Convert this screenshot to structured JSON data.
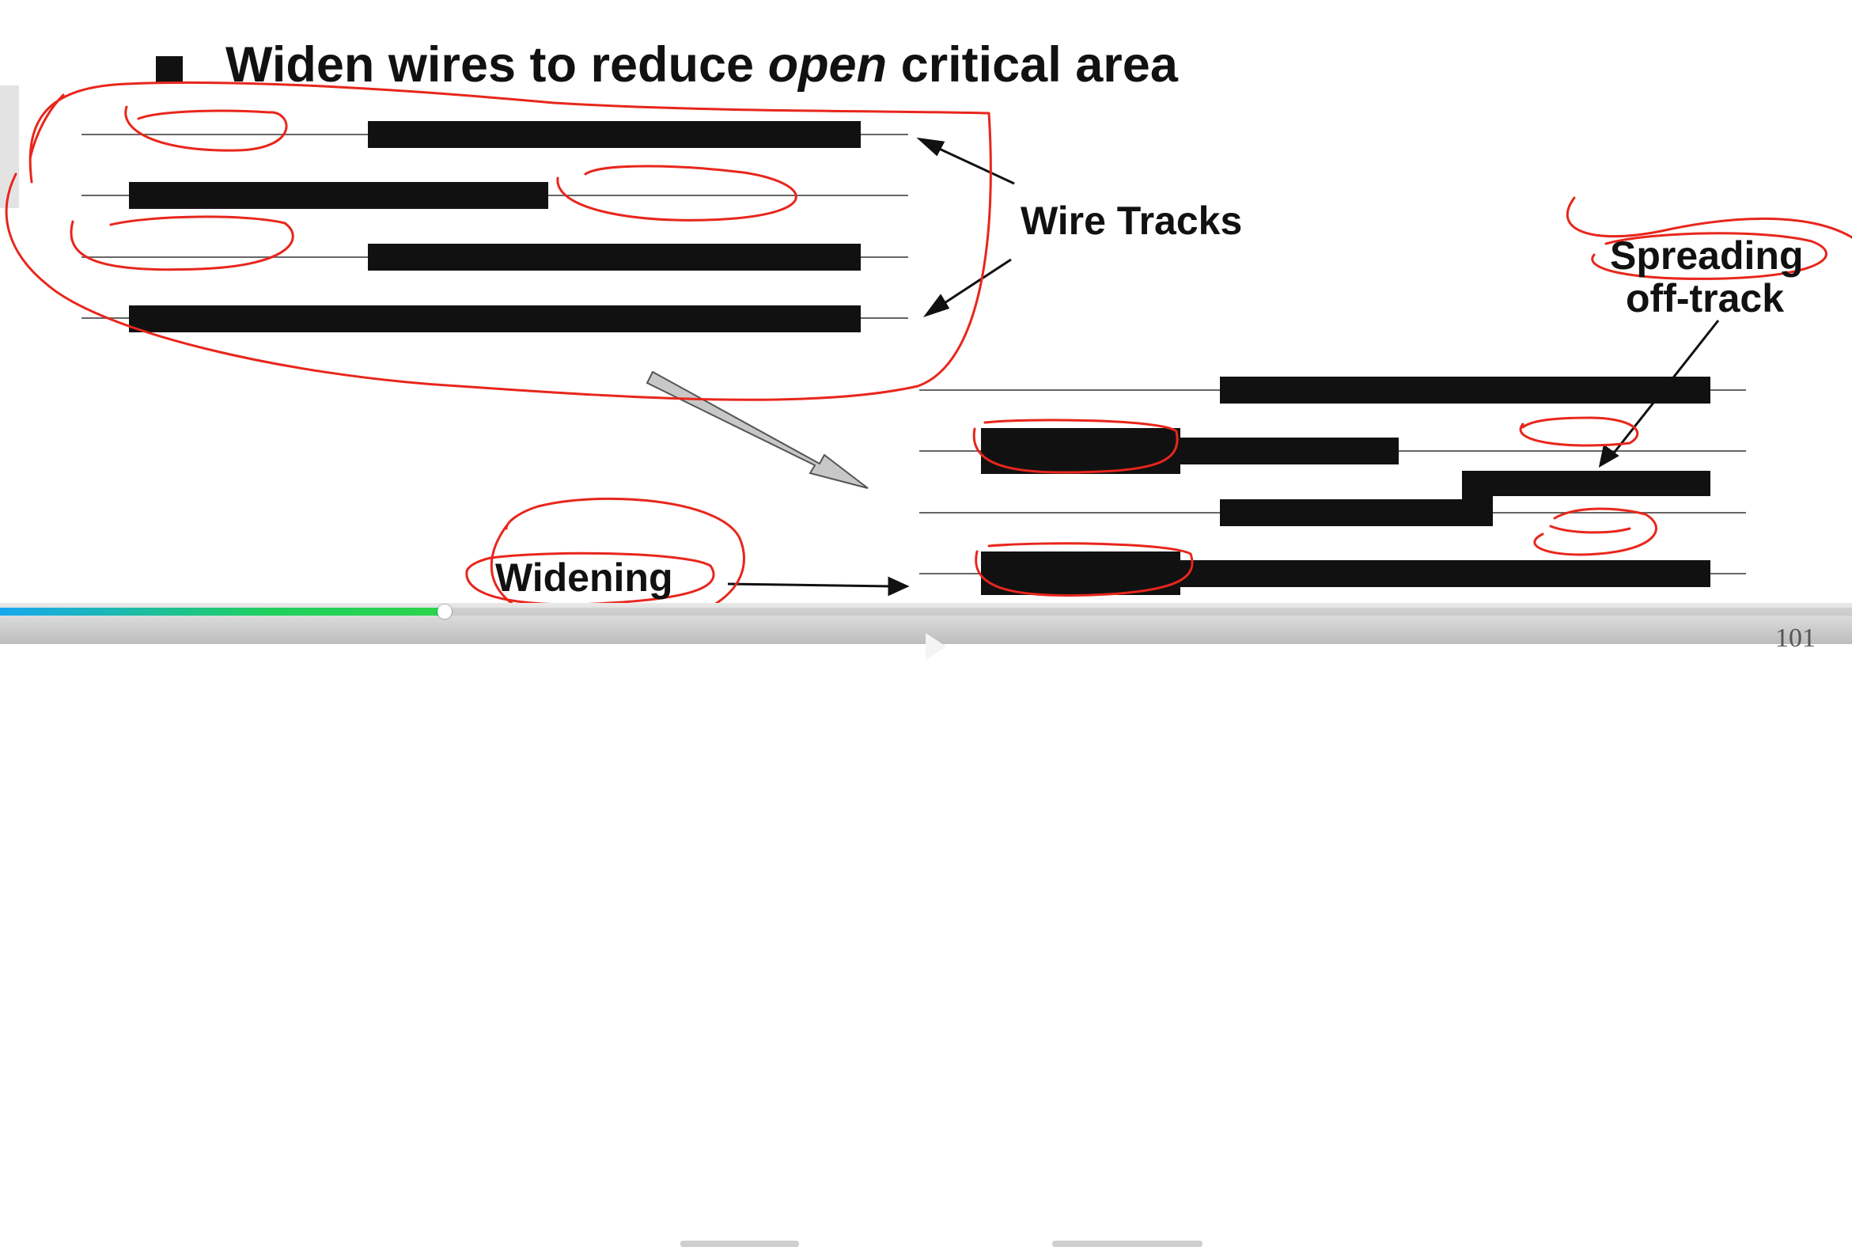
{
  "slide": {
    "title_prefix": "Widen wires to reduce ",
    "title_emphasis": "open",
    "title_suffix": " critical area",
    "label_wire_tracks": "Wire Tracks",
    "label_spreading_line1": "Spreading",
    "label_spreading_line2": "off-track",
    "label_widening": "Widening",
    "slide_number": "101"
  },
  "player": {
    "progress_fraction": 0.24
  },
  "colors": {
    "ink": "#111111",
    "annotation": "#e8261c",
    "arrow_fill": "#c8c8c8",
    "progress_start": "#19a7f0",
    "progress_end": "#2bd44c"
  }
}
